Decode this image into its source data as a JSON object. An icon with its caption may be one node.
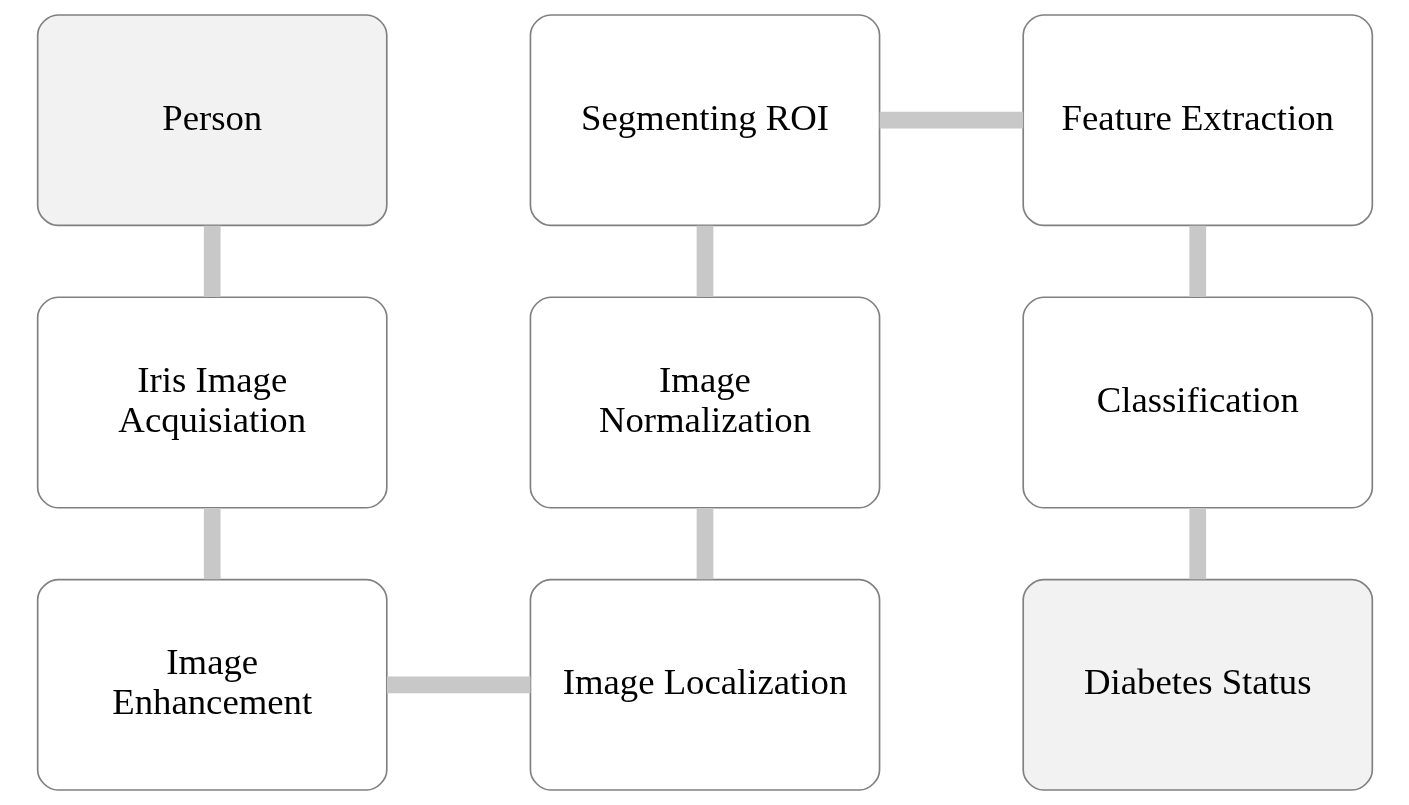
{
  "diagram": {
    "nodes": [
      {
        "text": [
          "Person"
        ]
      },
      {
        "text": [
          "Iris Image Acquisiation"
        ]
      },
      {
        "text": [
          "Image Enhancement"
        ]
      },
      {
        "text": [
          "Image Localization"
        ]
      },
      {
        "text": [
          "Image Normalization"
        ]
      },
      {
        "text": [
          "Segmenting ROI"
        ]
      },
      {
        "text": [
          "Feature Extraction"
        ]
      },
      {
        "text": [
          "Classification"
        ]
      },
      {
        "text": [
          "Diabetes Status"
        ]
      }
    ],
    "edges": [
      {
        "from": 0,
        "to": 1,
        "arrow": "none"
      },
      {
        "from": 1,
        "to": 2,
        "arrow": "none"
      },
      {
        "from": 2,
        "to": 3,
        "arrow": "none"
      },
      {
        "from": 3,
        "to": 4,
        "arrow": "none"
      },
      {
        "from": 4,
        "to": 5,
        "arrow": "none"
      },
      {
        "from": 5,
        "to": 6,
        "arrow": "none"
      },
      {
        "from": 6,
        "to": 7,
        "arrow": "none"
      },
      {
        "from": 7,
        "to": 8,
        "arrow": "none"
      }
    ]
  }
}
